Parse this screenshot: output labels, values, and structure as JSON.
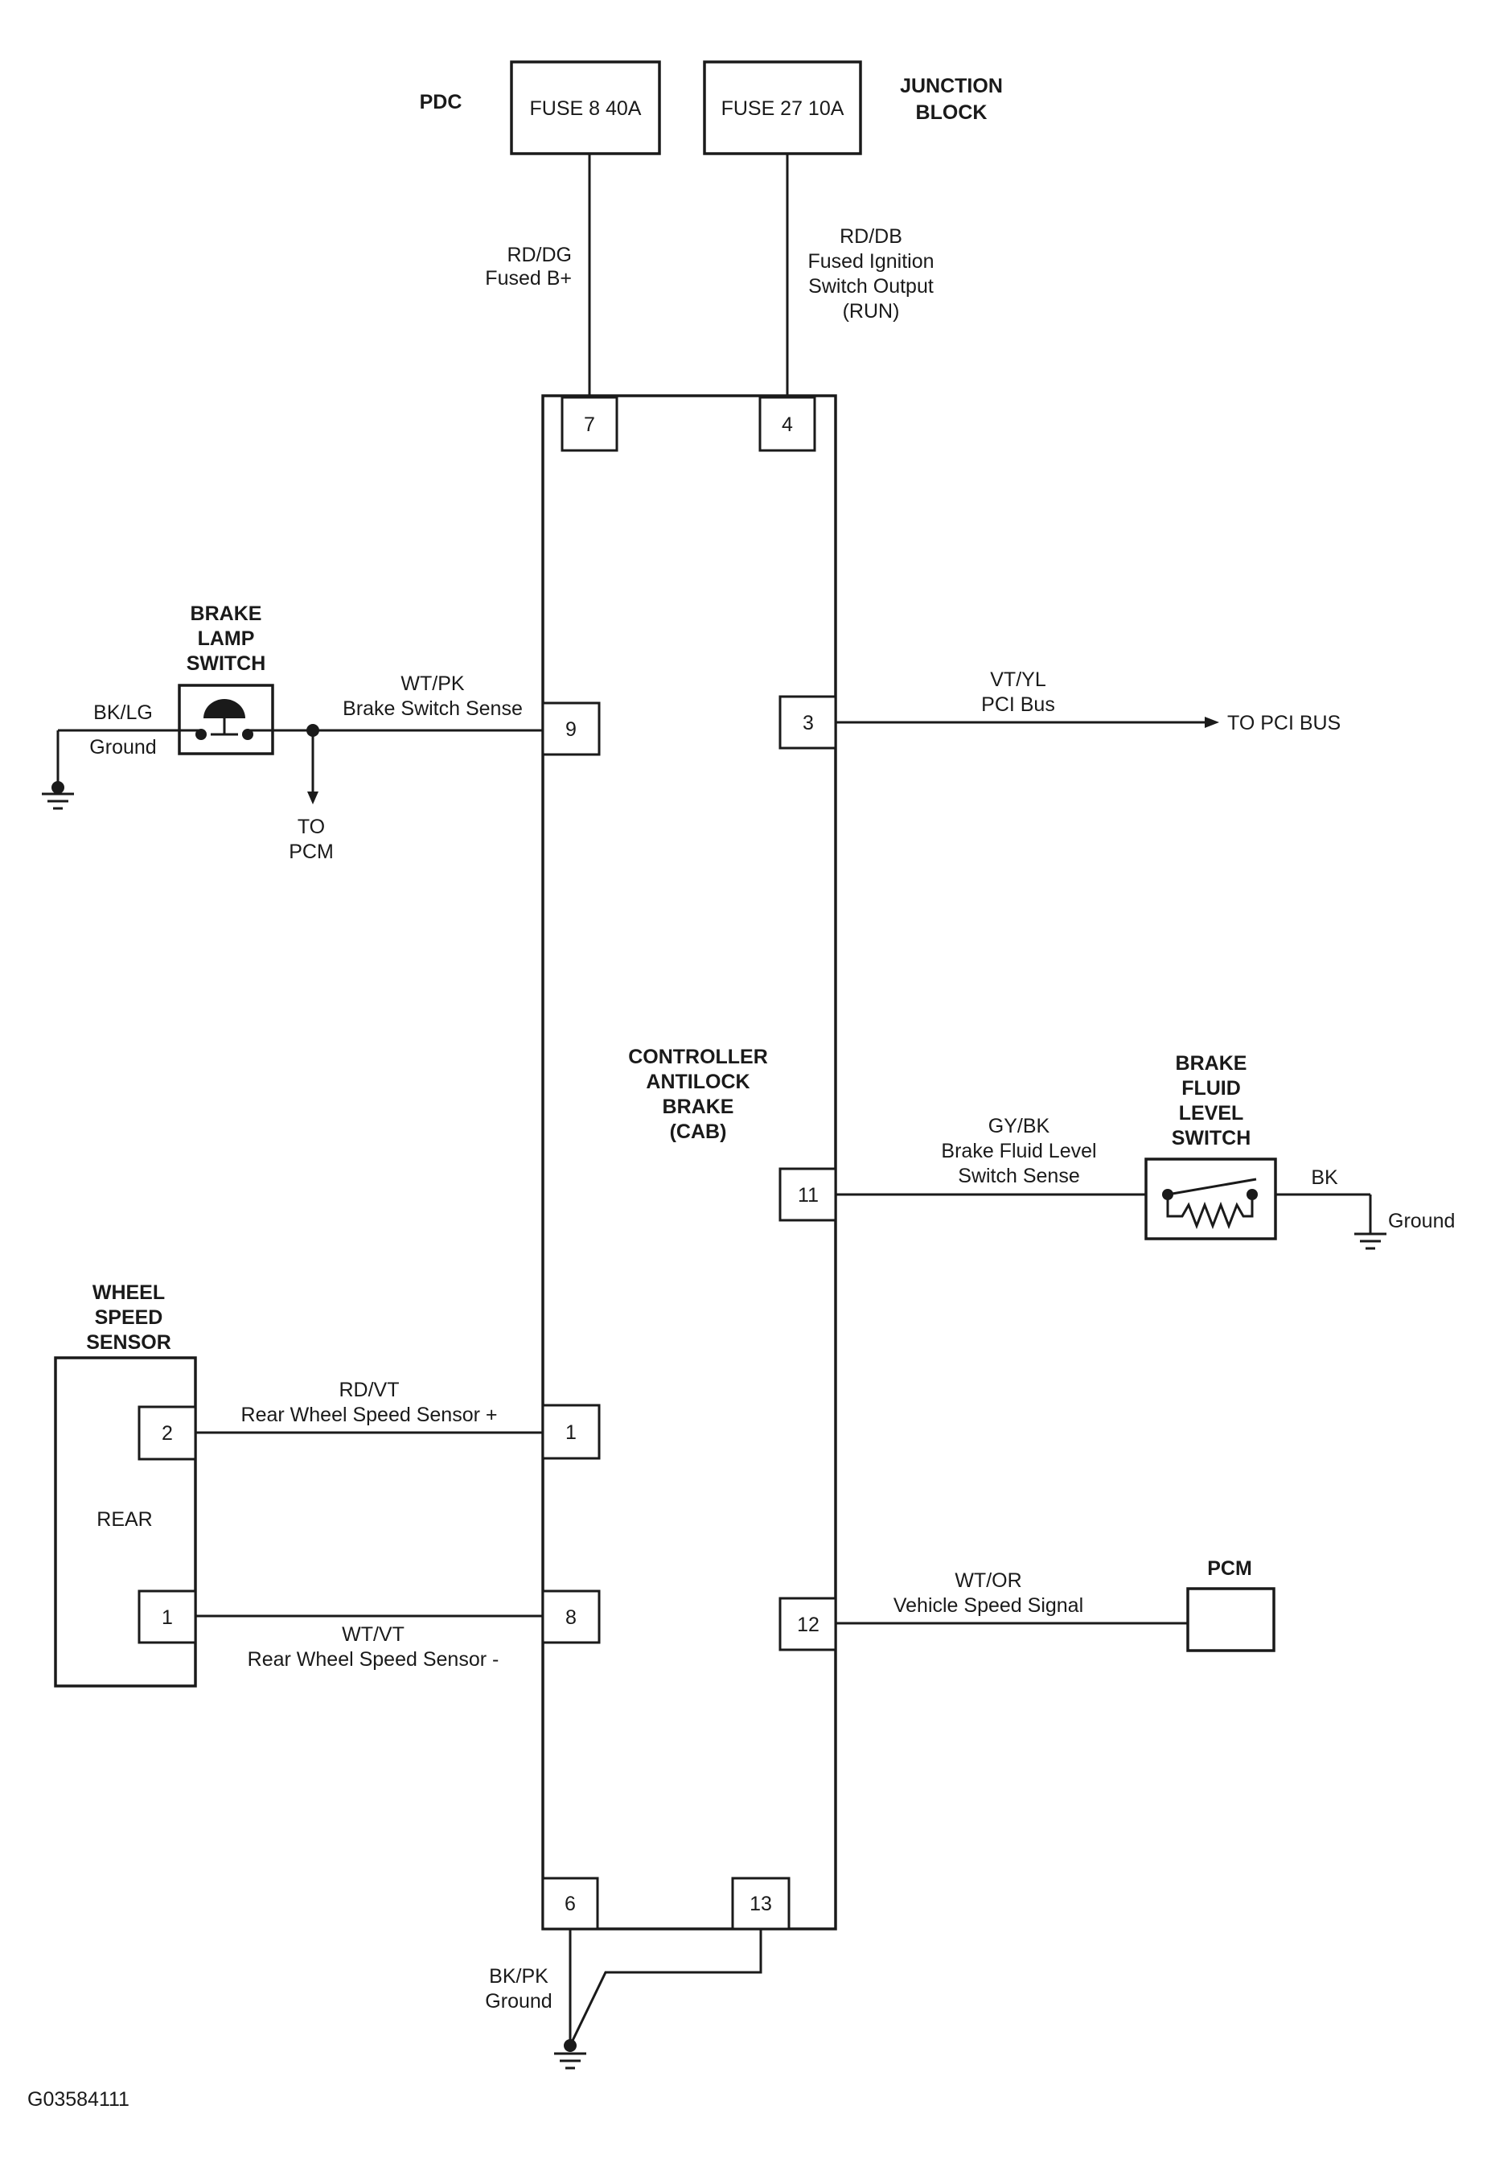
{
  "fuses": {
    "pdc_label": "PDC",
    "fuse8": "FUSE 8 40A",
    "fuse27": "FUSE 27 10A",
    "junction_block": [
      "JUNCTION",
      "BLOCK"
    ]
  },
  "wires": {
    "fused_bplus": [
      "RD/DG",
      "Fused B+"
    ],
    "ignition_output": [
      "RD/DB",
      "Fused Ignition",
      "Switch Output",
      "(RUN)"
    ],
    "brake_switch_sense": [
      "WT/PK",
      "Brake Switch Sense"
    ],
    "brake_ground": [
      "BK/LG",
      "Ground"
    ],
    "pci_bus": [
      "VT/YL",
      "PCI Bus"
    ],
    "fluid_level_sense": [
      "GY/BK",
      "Brake Fluid Level",
      "Switch Sense"
    ],
    "fluid_ground": [
      "BK",
      "Ground"
    ],
    "wss_plus": [
      "RD/VT",
      "Rear Wheel Speed Sensor +"
    ],
    "wss_minus": [
      "WT/VT",
      "Rear Wheel Speed Sensor -"
    ],
    "vehicle_speed": [
      "WT/OR",
      "Vehicle Speed Signal"
    ],
    "cab_ground": [
      "BK/PK",
      "Ground"
    ]
  },
  "components": {
    "brake_lamp_switch": [
      "BRAKE",
      "LAMP",
      "SWITCH"
    ],
    "to_pcm": [
      "TO",
      "PCM"
    ],
    "to_pci_bus": "TO PCI BUS",
    "controller": [
      "CONTROLLER",
      "ANTILOCK",
      "BRAKE",
      "(CAB)"
    ],
    "brake_fluid_switch": [
      "BRAKE",
      "FLUID",
      "LEVEL",
      "SWITCH"
    ],
    "wheel_speed_sensor": [
      "WHEEL",
      "SPEED",
      "SENSOR"
    ],
    "rear": "REAR",
    "pcm": "PCM"
  },
  "pins": {
    "p7": "7",
    "p4": "4",
    "p9": "9",
    "p3": "3",
    "p11": "11",
    "p1": "1",
    "p8": "8",
    "p12": "12",
    "p6": "6",
    "p13": "13",
    "wss_2": "2",
    "wss_1": "1"
  },
  "figure_id": "G03584111"
}
